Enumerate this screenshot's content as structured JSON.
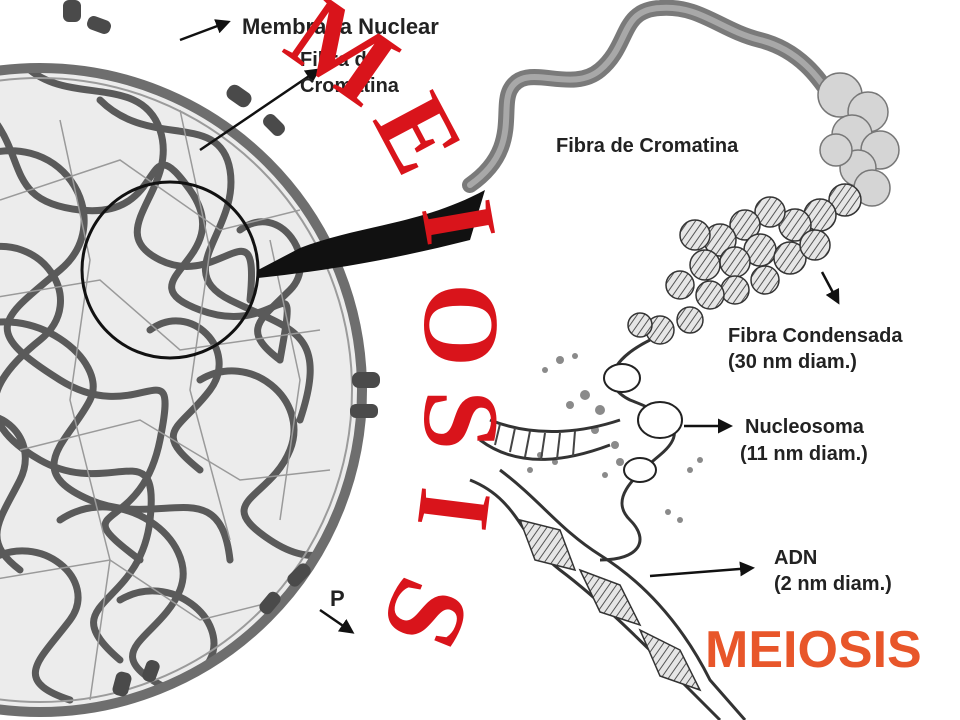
{
  "labels": {
    "nuclear_membrane": "Membrana Nuclear",
    "chromatin_fiber_left_line1": "Fibra de",
    "chromatin_fiber_left_line2": "Cromatina",
    "chromatin_fiber": "Fibra de Cromatina",
    "condensed_fiber": "Fibra Condensada",
    "condensed_fiber_size": "(30 nm diam.)",
    "nucleosome": "Nucleosoma",
    "nucleosome_size": "(11 nm diam.)",
    "dna": "ADN",
    "dna_size": "(2 nm diam.)",
    "pore": "P"
  },
  "overlay": {
    "vertical_title_letters": [
      "M",
      "E",
      "I",
      "O",
      "S",
      "I",
      "S"
    ],
    "corner_title": "MEIOSIS"
  },
  "colors": {
    "title_red": "#d9141b",
    "corner_title": "#e8562a",
    "ink": "#222222"
  }
}
